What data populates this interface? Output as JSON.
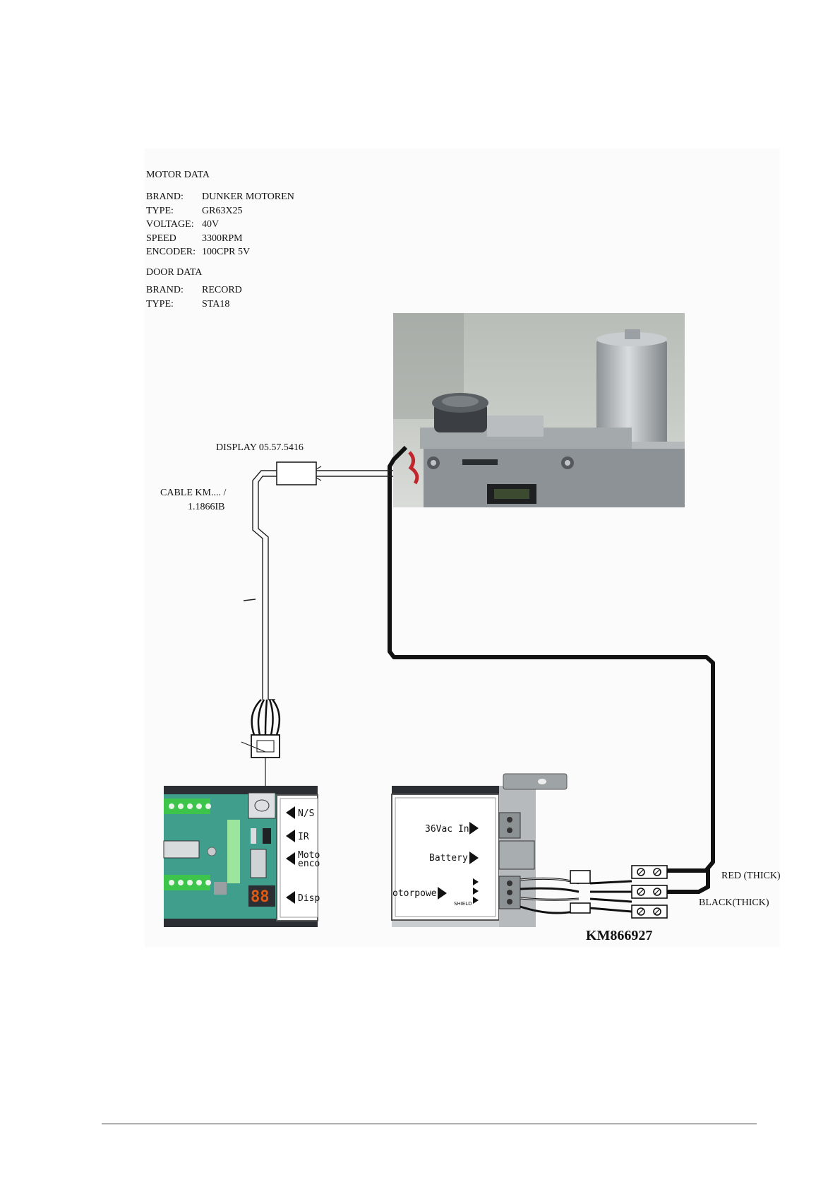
{
  "motor_data": {
    "heading": "MOTOR DATA",
    "rows": [
      {
        "key": "BRAND:",
        "value": "DUNKER MOTOREN"
      },
      {
        "key": "TYPE:",
        "value": "GR63X25"
      },
      {
        "key": "VOLTAGE:",
        "value": "40V"
      },
      {
        "key": "SPEED",
        "value": "3300RPM"
      },
      {
        "key": "ENCODER:",
        "value": "100CPR 5V"
      }
    ]
  },
  "door_data": {
    "heading": "DOOR DATA",
    "rows": [
      {
        "key": "BRAND:",
        "value": "RECORD"
      },
      {
        "key": "TYPE:",
        "value": "STA18"
      }
    ]
  },
  "labels": {
    "display": "DISPLAY 05.57.5416",
    "cable_line1": "CABLE KM.... /",
    "cable_line2": "1.1866IB",
    "red_wire": "RED (THICK)",
    "black_wire": "BLACK(THICK)",
    "part_number": "KM866927"
  },
  "left_board": {
    "ports": [
      "N/S",
      "IR",
      "Moto",
      "enco",
      "Disp"
    ],
    "digits": "88"
  },
  "right_board": {
    "ports": [
      "36Vac In",
      "Battery",
      "otorpower",
      "SHIELD"
    ]
  },
  "colors": {
    "pcb_green": "#3f9e8c",
    "terminal_green": "#3dc44a",
    "seven_segment": "#e05a14",
    "wire_red": "#c0262b",
    "cable_black": "#111111"
  }
}
